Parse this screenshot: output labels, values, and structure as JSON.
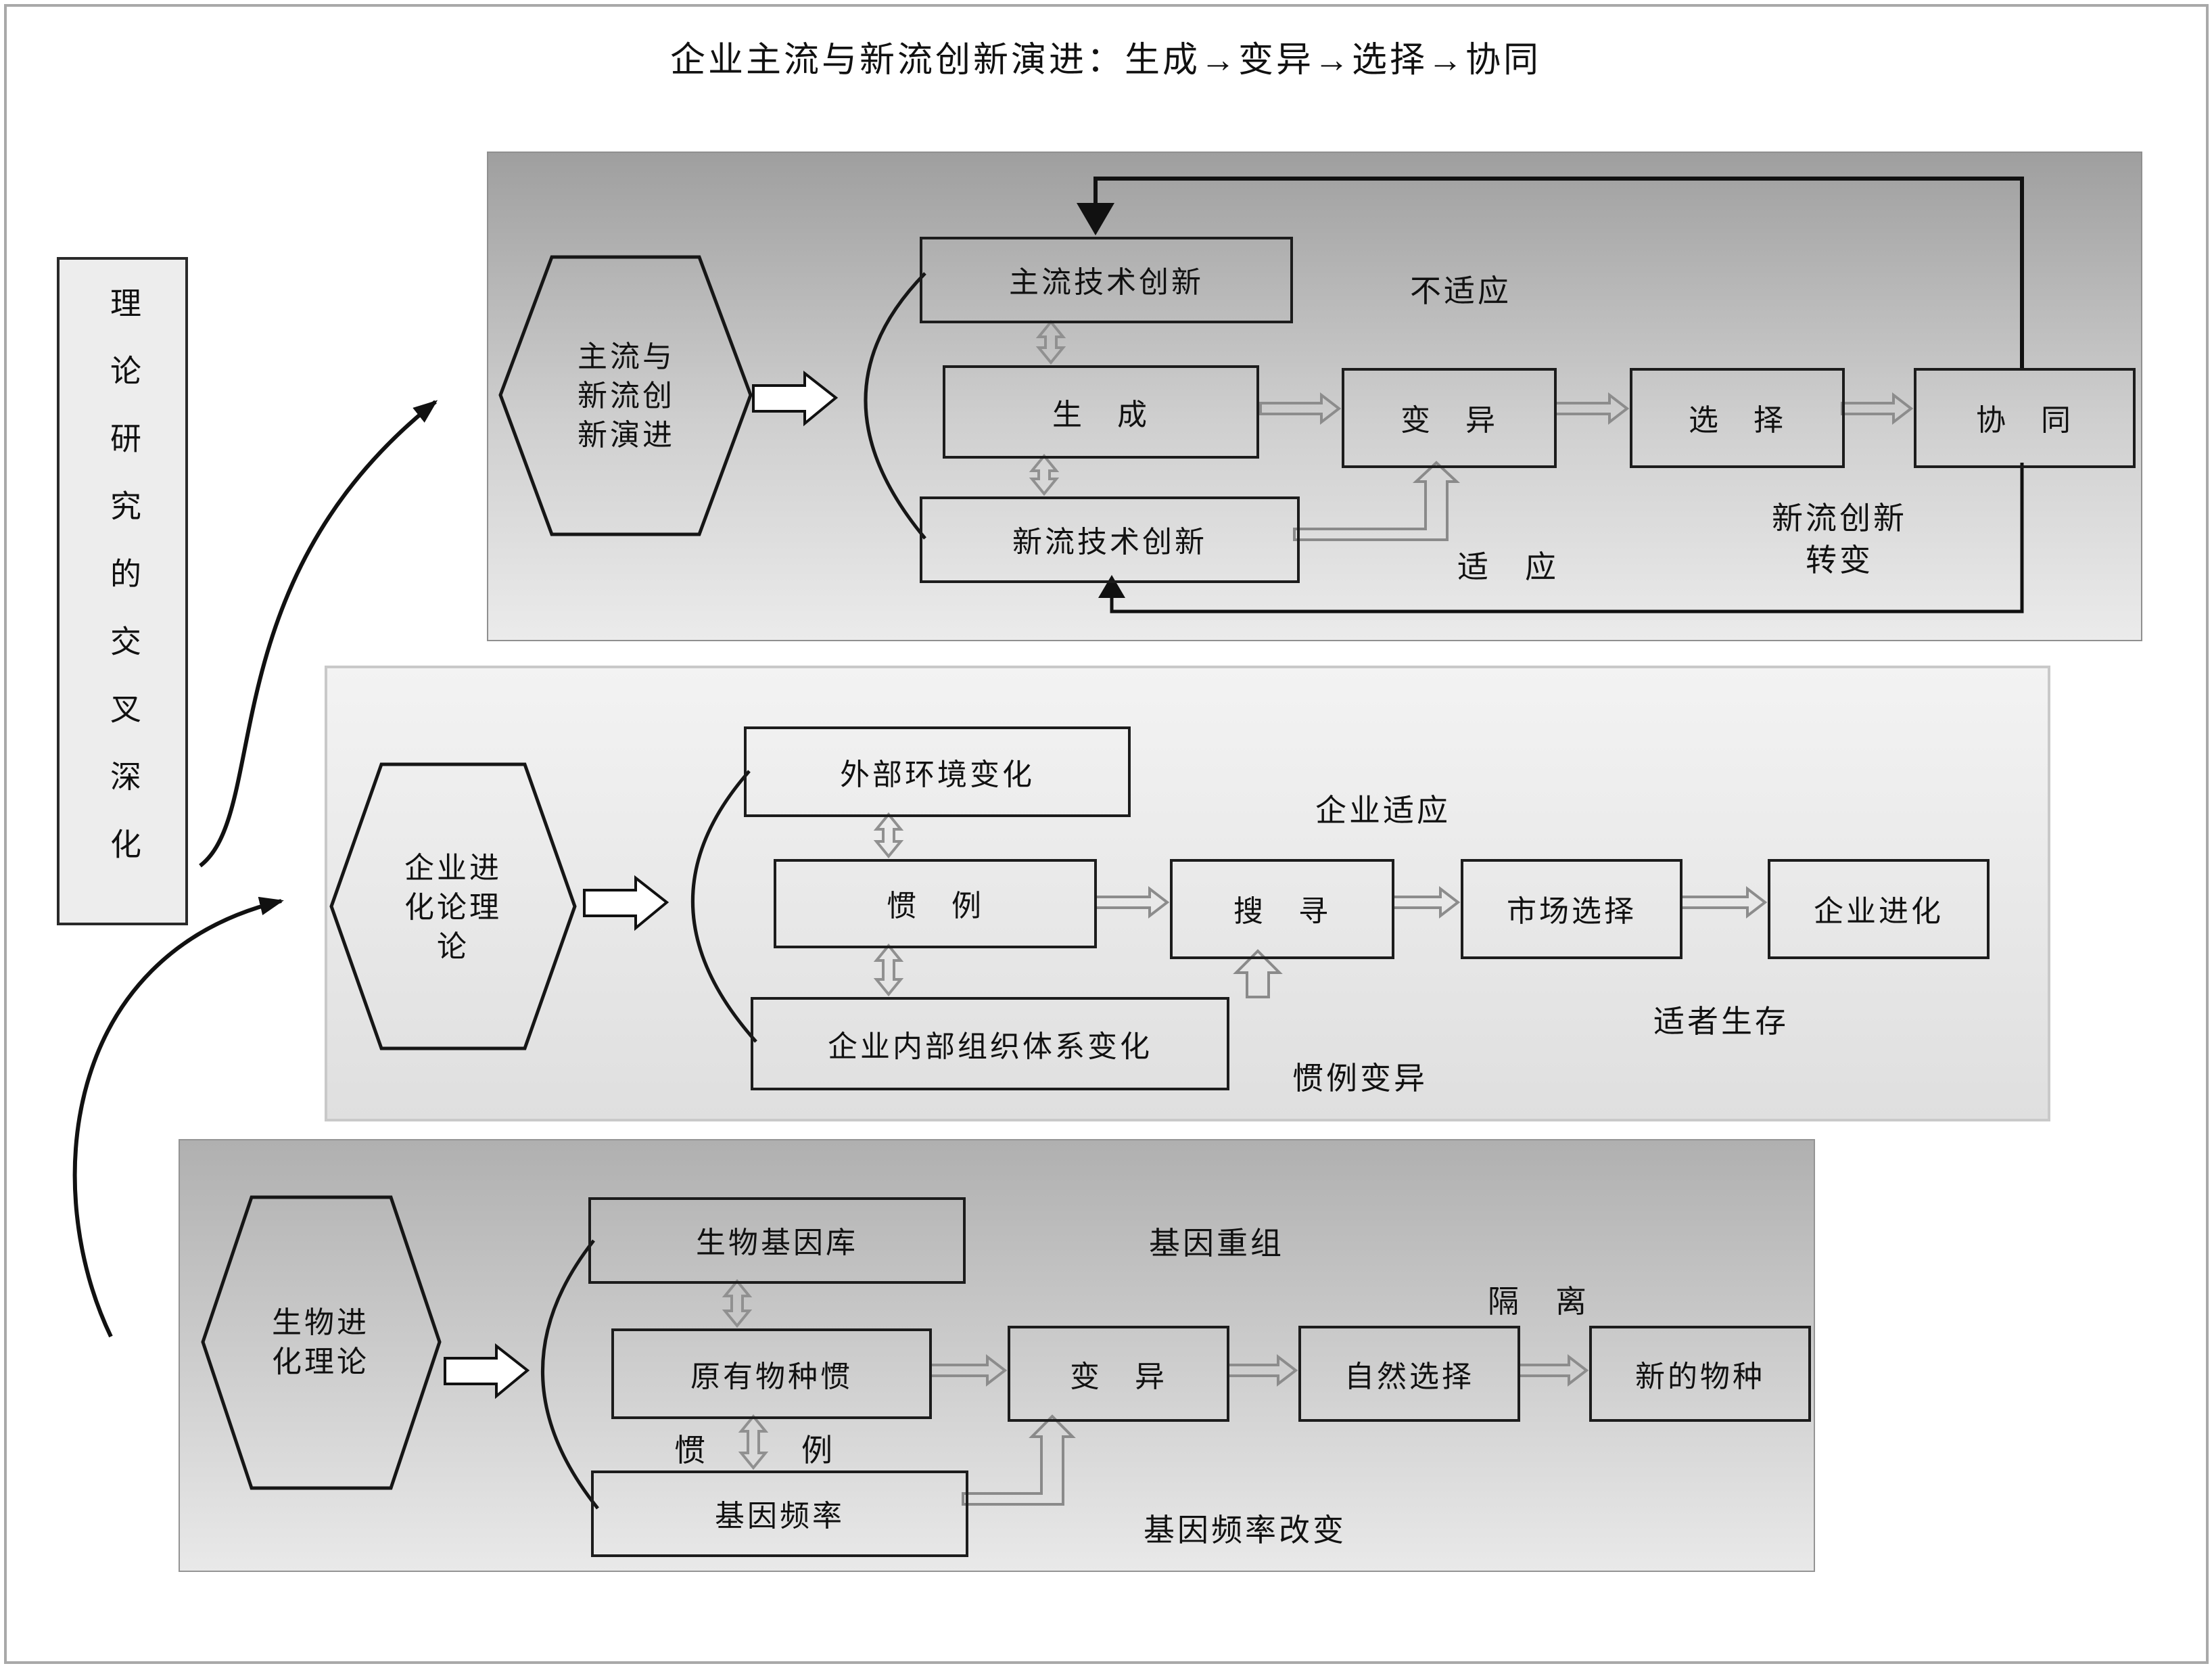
{
  "title": "企业主流与新流创新演进：生成→变异→选择→协同",
  "left_panel": {
    "label": "理论研究的交叉深化"
  },
  "icons": {
    "right_arrow": "⇨",
    "up_down_arrow": "⇕",
    "solid_arrow": "→"
  },
  "colors": {
    "panel_top_gradient": [
      "#9f9f9f",
      "#ebebeb"
    ],
    "panel_middle_gradient": [
      "#f3f3f3",
      "#dfdfdf"
    ],
    "panel_bottom_gradient": [
      "#b0b0b0",
      "#e9e9e9"
    ],
    "line_black": "#1c1c1c",
    "line_gray": "#8a8a8a"
  },
  "top_panel": {
    "hexagon_label": "主流与\n新流创\n新演进",
    "box_mainstream": "主流技术创新",
    "box_generate": "生　成",
    "box_newstream": "新流技术创新",
    "box_variation": "变　异",
    "box_selection": "选　择",
    "box_synergy": "协　同",
    "label_not_adapt": "不适应",
    "label_adapt": "适　应",
    "label_transform": "新流创新\n转变"
  },
  "middle_panel": {
    "hexagon_label": "企业进\n化论理\n论",
    "box_external": "外部环境变化",
    "box_routine": "惯　例",
    "box_internal": "企业内部组织体系变化",
    "box_search": "搜　寻",
    "box_market": "市场选择",
    "box_evolution": "企业进化",
    "label_adapt": "企业适应",
    "label_survival": "适者生存",
    "label_routine_variation": "惯例变异"
  },
  "bottom_panel": {
    "hexagon_label": "生物进\n化理论",
    "box_genepool": "生物基因库",
    "box_species": "原有物种惯",
    "box_genefreq": "基因频率",
    "box_variation": "变　异",
    "box_natural_selection": "自然选择",
    "box_new_species": "新的物种",
    "label_recombination": "基因重组",
    "label_isolation": "隔　离",
    "label_freq_change": "基因频率改变",
    "label_routine_left": "惯",
    "label_routine_right": "例"
  }
}
